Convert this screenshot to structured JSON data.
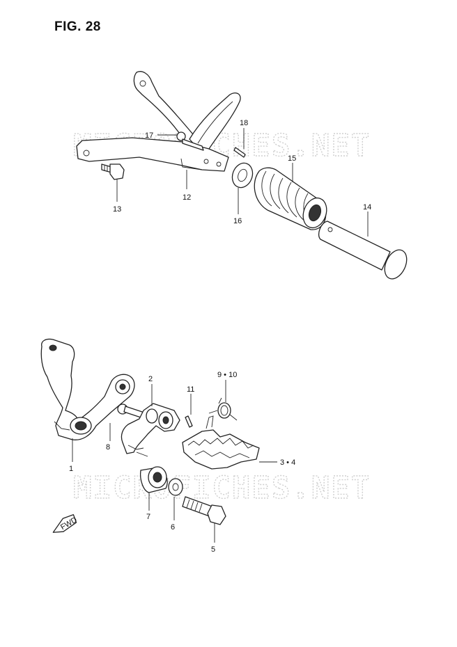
{
  "figure": {
    "title": "FIG. 28"
  },
  "watermark": "MICROFICHES.NET",
  "fwd_label": "FWD",
  "callouts": {
    "p1": "1",
    "p2": "2",
    "p3_4": "3 • 4",
    "p5": "5",
    "p6": "6",
    "p7": "7",
    "p8": "8",
    "p9_10": "9 • 10",
    "p11": "11",
    "p12": "12",
    "p13": "13",
    "p14": "14",
    "p15": "15",
    "p16": "16",
    "p17": "17",
    "p18": "18"
  }
}
